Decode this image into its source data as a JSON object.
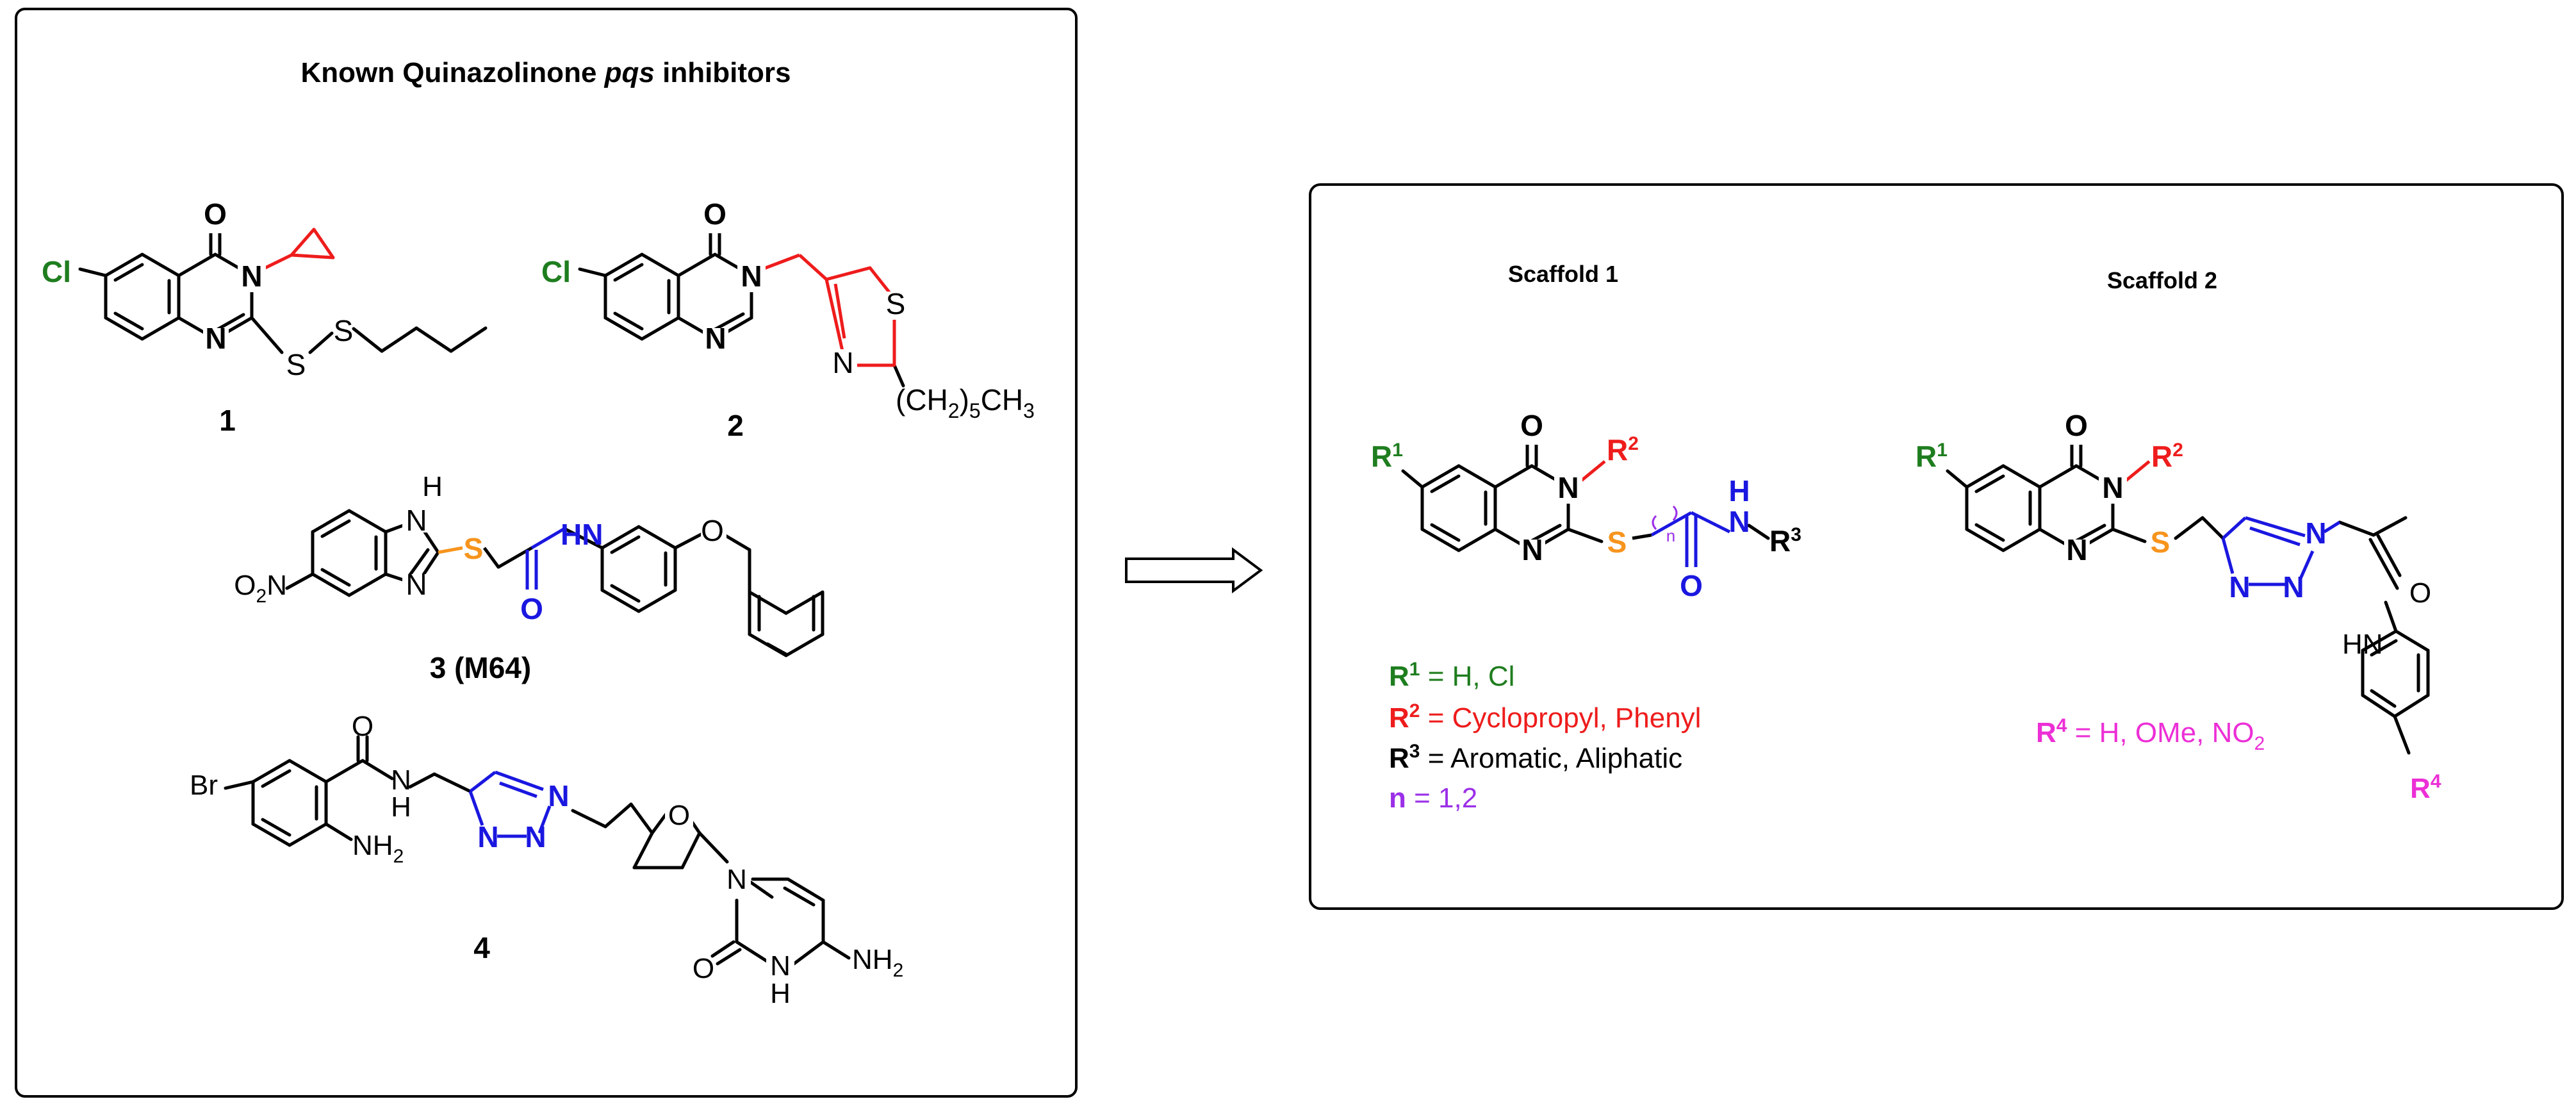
{
  "left_panel": {
    "title_prefix": "Known Quinazolinone ",
    "title_italic": "pqs",
    "title_suffix": " inhibitors"
  },
  "compounds": {
    "c1": {
      "label": "1",
      "atoms": {
        "o": "O",
        "n3": "N",
        "n1": "N",
        "cl": "Cl",
        "s1": "S",
        "s2": "S"
      }
    },
    "c2": {
      "label": "2",
      "atoms": {
        "o": "O",
        "n3": "N",
        "n1": "N",
        "cl": "Cl",
        "s": "S",
        "nt": "N",
        "chain_a": "(CH",
        "chain_sub1": "2",
        "chain_b": ")",
        "chain_sub2": "5",
        "chain_c": "CH",
        "chain_sub3": "3"
      }
    },
    "c3": {
      "label": "3 (M64)",
      "atoms": {
        "nh_top": "H",
        "n_top": "N",
        "n_bot": "N",
        "no2_a": "O",
        "no2_sub": "2",
        "no2_b": "N",
        "s": "S",
        "hn": "HN",
        "o_amide": "O",
        "o_ether": "O"
      }
    },
    "c4": {
      "label": "4",
      "atoms": {
        "br": "Br",
        "o_amide": "O",
        "n_amide": "N",
        "h_amide": "H",
        "nh2_a": "NH",
        "nh2_sub": "2",
        "tz_n1": "N",
        "tz_n2": "N",
        "tz_n3": "N",
        "o_ring": "O",
        "n_pyr": "N",
        "o_pyr": "O",
        "nh_pyr": "N",
        "h_pyr": "H",
        "nh2b_a": "NH",
        "nh2b_sub": "2"
      }
    }
  },
  "right_panel": {
    "scaffold1": {
      "title": "Scaffold 1",
      "atoms": {
        "o": "O",
        "n3": "N",
        "n1": "N",
        "r1": "R",
        "r1_sup": "1",
        "r2": "R",
        "r2_sup": "2",
        "s": "S",
        "n_amide_h": "H",
        "n_amide": "N",
        "o_amide": "O",
        "r3": "R",
        "r3_sup": "3",
        "paren_l": "(",
        "paren_r": ")",
        "n_sub": "n"
      },
      "legend": [
        {
          "r": "R",
          "sup": "1",
          "text": " = H, Cl"
        },
        {
          "r": "R",
          "sup": "2",
          "text": " = Cyclopropyl, Phenyl"
        },
        {
          "r": "R",
          "sup": "3",
          "text": " = Aromatic, Aliphatic"
        },
        {
          "n": "n",
          "text": " = 1,2"
        }
      ]
    },
    "scaffold2": {
      "title": "Scaffold 2",
      "atoms": {
        "o": "O",
        "n3": "N",
        "n1": "N",
        "r1": "R",
        "r1_sup": "1",
        "r2": "R",
        "r2_sup": "2",
        "s": "S",
        "tz_n1": "N",
        "tz_n2": "N",
        "tz_n3": "N",
        "o_amide": "O",
        "hn": "HN",
        "r4": "R",
        "r4_sup": "4"
      },
      "legend": {
        "r": "R",
        "sup": "4",
        "text_a": " = H, OMe, NO",
        "sub": "2"
      }
    }
  },
  "colors": {
    "green": "#1e7d1e",
    "red": "#ee1c1c",
    "blue": "#1a17e0",
    "orange": "#f7941d",
    "purple": "#9b30e8",
    "magenta": "#ec2fd6",
    "black": "#000000"
  },
  "icons": {
    "arrow": "hollow-right-arrow-icon"
  }
}
